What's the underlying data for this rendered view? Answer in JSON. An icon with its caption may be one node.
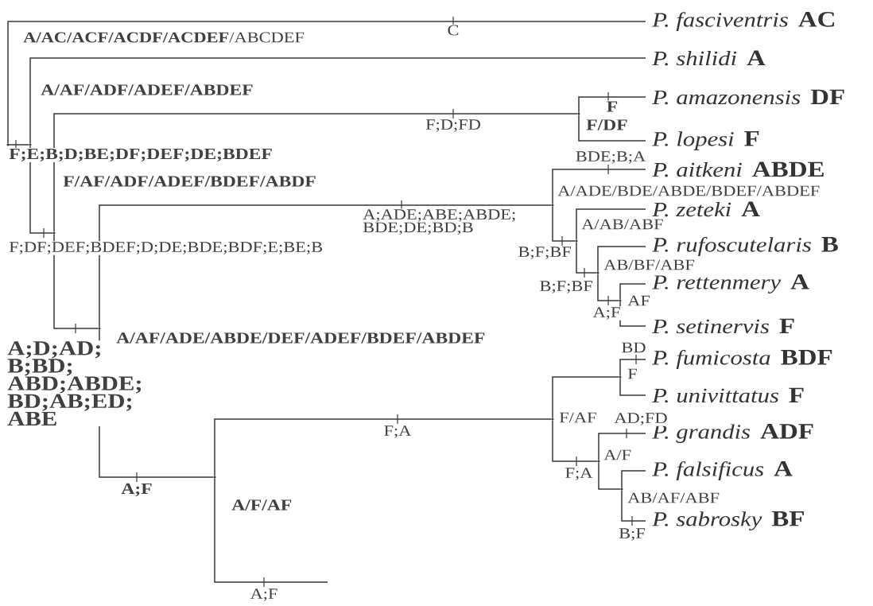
{
  "diagram": {
    "nodes": [
      {
        "text": [
          "P. fasciventris",
          "AC"
        ]
      },
      {
        "text": [
          "P. shilidi",
          "A"
        ]
      },
      {
        "text": [
          "P. amazonensis",
          "DF"
        ]
      },
      {
        "text": [
          "P. lopesi",
          "F"
        ]
      },
      {
        "text": [
          "P. aitkeni",
          "ABDE"
        ]
      },
      {
        "text": [
          "P. zeteki",
          "A"
        ]
      },
      {
        "text": [
          "P. rufoscutelaris",
          "B"
        ]
      },
      {
        "text": [
          "P. rettenmery",
          "A"
        ]
      },
      {
        "text": [
          "P. setinervis",
          "F"
        ]
      },
      {
        "text": [
          "P. fumicosta",
          "BDF"
        ]
      },
      {
        "text": [
          "P. univittatus",
          "F"
        ]
      },
      {
        "text": [
          "P. grandis",
          "ADF"
        ]
      },
      {
        "text": [
          "P. falsificus",
          "A"
        ]
      },
      {
        "text": [
          "P. sabrosky",
          "BF"
        ]
      },
      {
        "text": [],
        "shape": "point"
      },
      {
        "text": [],
        "shape": "point",
        "beside": [
          "A/AF/ADF/ADEF/ABDEF"
        ]
      },
      {
        "text": [],
        "shape": "point",
        "beside": [
          "F/AF/ADF/ADEF/BDEF/ABDF"
        ]
      },
      {
        "text": [],
        "shape": "point",
        "beside": [
          "F/DF"
        ]
      },
      {
        "text": [],
        "shape": "point",
        "beside": [
          "A/AF/ADE/ABDE/DEF/ADEF/BDEF/ABDEF"
        ]
      },
      {
        "text": [],
        "shape": "point",
        "beside": [
          "A/ADE/BDE/ABDE/BDEF/ABDEF"
        ]
      },
      {
        "text": [],
        "shape": "point",
        "beside": [
          "A/AB/ABF"
        ]
      },
      {
        "text": [],
        "shape": "point",
        "beside": [
          "AB/BF/ABF"
        ]
      },
      {
        "text": [],
        "shape": "point",
        "beside": [
          "AF"
        ]
      },
      {
        "text": [],
        "shape": "point",
        "beside": [
          "A/F/AF"
        ]
      },
      {
        "text": [],
        "shape": "point",
        "beside": [
          "F/AF"
        ]
      },
      {
        "text": [],
        "shape": "point",
        "beside": [
          "F"
        ]
      },
      {
        "text": [],
        "shape": "point",
        "beside": [
          "A/F"
        ]
      },
      {
        "text": [],
        "shape": "point",
        "beside": [
          "AB/AF/ABF"
        ]
      }
    ],
    "edges": [
      {
        "from": 14,
        "to": 0,
        "arrow": "none",
        "label": "C"
      },
      {
        "from": 14,
        "to": 15,
        "arrow": "none",
        "label": "F;E;B;D;BE;DF;DEF;DE;BDEF"
      },
      {
        "from": 15,
        "to": 1,
        "arrow": "none"
      },
      {
        "from": 15,
        "to": 16,
        "arrow": "none",
        "label": "F;DF;DEF;BDEF;D;DE;BDE;BDF;E;BE;B"
      },
      {
        "from": 16,
        "to": 17,
        "arrow": "none",
        "label": "F;D;FD"
      },
      {
        "from": 16,
        "to": 18,
        "arrow": "none",
        "label": "A;D;AD; B;BD; ABD;ABDE; BD;AB;ED; ABE"
      },
      {
        "from": 17,
        "to": 2,
        "arrow": "none",
        "label": "F"
      },
      {
        "from": 17,
        "to": 3,
        "arrow": "none"
      },
      {
        "from": 18,
        "to": 19,
        "arrow": "none",
        "label": "A;ADE;ABE;ABDE; BDE;DE;BD;B"
      },
      {
        "from": 18,
        "to": 23,
        "arrow": "none",
        "label": "A;F"
      },
      {
        "from": 19,
        "to": 4,
        "arrow": "none",
        "label": "BDE;B;A"
      },
      {
        "from": 19,
        "to": 20,
        "arrow": "none",
        "label": "B;F;BF"
      },
      {
        "from": 20,
        "to": 5,
        "arrow": "none"
      },
      {
        "from": 20,
        "to": 21,
        "arrow": "none",
        "label": "B;F;BF"
      },
      {
        "from": 21,
        "to": 6,
        "arrow": "none"
      },
      {
        "from": 21,
        "to": 22,
        "arrow": "none",
        "label": "A;F"
      },
      {
        "from": 22,
        "to": 7,
        "arrow": "none"
      },
      {
        "from": 22,
        "to": 8,
        "arrow": "none"
      },
      {
        "from": 23,
        "to": 24,
        "arrow": "none",
        "label": "F;A"
      },
      {
        "from": 23,
        "to": null,
        "arrow": "none",
        "label": "A;F"
      },
      {
        "from": 24,
        "to": 25,
        "arrow": "none"
      },
      {
        "from": 24,
        "to": 26,
        "arrow": "none",
        "label": "F;A"
      },
      {
        "from": 25,
        "to": 9,
        "arrow": "none",
        "label": "BD"
      },
      {
        "from": 25,
        "to": 10,
        "arrow": "none"
      },
      {
        "from": 26,
        "to": 11,
        "arrow": "none",
        "label": "AD;FD"
      },
      {
        "from": 26,
        "to": 27,
        "arrow": "none"
      },
      {
        "from": 27,
        "to": 12,
        "arrow": "none"
      },
      {
        "from": 27,
        "to": 13,
        "arrow": "none",
        "label": "B;F"
      }
    ],
    "labels": [
      "**A/AC/ACF/ACDF/ACDEF**/ABCDEF"
    ]
  }
}
